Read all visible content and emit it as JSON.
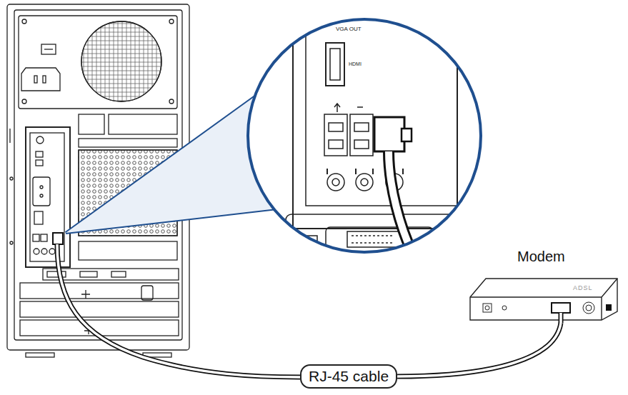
{
  "diagram": {
    "nodes": [
      {
        "text": [
          "Modem"
        ]
      },
      {
        "text": [
          "RJ-45 cable"
        ]
      }
    ],
    "edges": [
      {
        "from": 1,
        "to": 0,
        "arrow": "none"
      }
    ],
    "labels": [
      "VGA OUT",
      "HDMI",
      "ADSL"
    ]
  }
}
